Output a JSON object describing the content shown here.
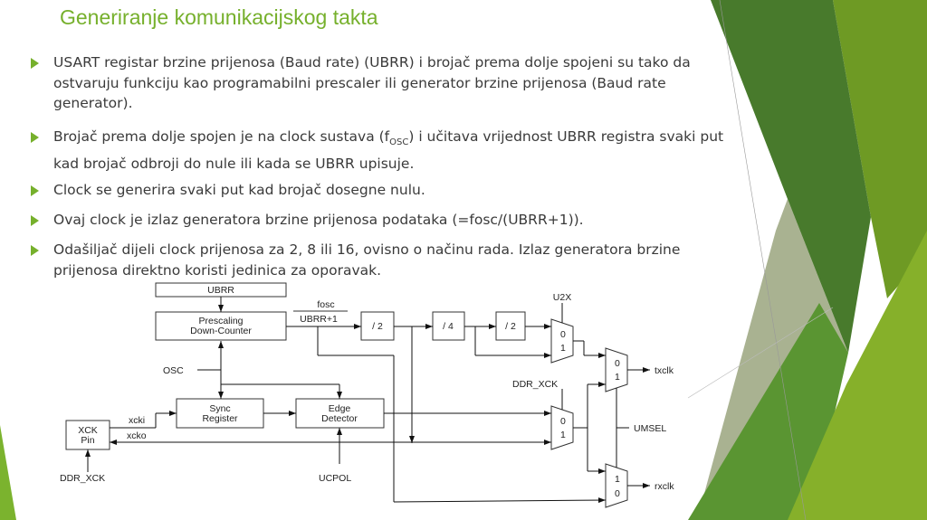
{
  "title": "Generiranje komunikacijskog takta",
  "bullets": [
    {
      "text": "USART registar brzine prijenosa (Baud rate) (UBRR) i brojač prema dolje spojeni su tako da ostvaruju funkciju kao programabilni prescaler ili generator brzine prijenosa (Baud rate generator)."
    },
    {
      "pre": "Brojač prema dolje spojen je na clock  sustava (f",
      "sub": "OSC",
      "post": ") i učitava vrijednost UBRR registra svaki put kad brojač odbroji do nule ili kada se UBRR upisuje."
    },
    {
      "text": " Clock se generira svaki put kad brojač dosegne nulu."
    },
    {
      "text": "Ovaj clock je izlaz generatora brzine prijenosa podataka (=fosc/(UBRR+1))."
    },
    {
      "text": "Odašiljač dijeli clock prijenosa za 2, 8 ili 16, ovisno o načinu rada. Izlaz generatora brzine prijenosa direktno koristi jedinica za oporavak."
    }
  ],
  "diagram": {
    "ubrr": "UBRR",
    "prescaler_1": "Prescaling",
    "prescaler_2": "Down-Counter",
    "fosc": "fosc",
    "ubrr_plus1": "UBRR+1",
    "div2a": "/ 2",
    "div4": "/ 4",
    "div2b": "/ 2",
    "u2x": "U2X",
    "osc": "OSC",
    "sync_1": "Sync",
    "sync_2": "Register",
    "edge_1": "Edge",
    "edge_2": "Detector",
    "xck_1": "XCK",
    "xck_2": "Pin",
    "xcki": "xcki",
    "xcko": "xcko",
    "ddr_xck_left": "DDR_XCK",
    "ucpol": "UCPOL",
    "ddr_xck_right": "DDR_XCK",
    "umsel": "UMSEL",
    "txclk": "txclk",
    "rxclk": "rxclk",
    "mux_0": "0",
    "mux_1": "1"
  },
  "colors": {
    "accent": "#76b02c",
    "text": "#3a3a3a"
  }
}
